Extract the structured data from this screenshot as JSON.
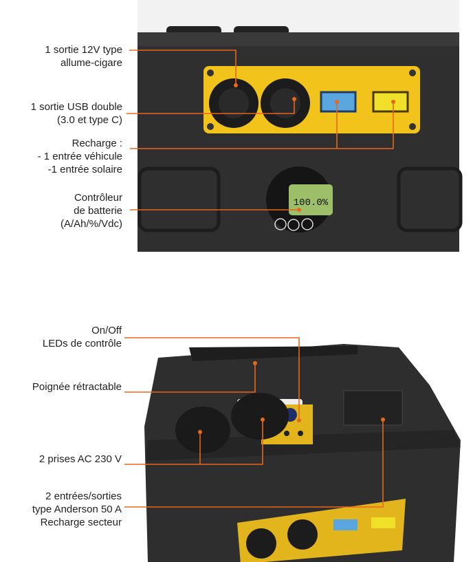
{
  "top_figure": {
    "labels": [
      {
        "lines": [
          "1 sortie 12V type",
          "allume-cigare"
        ]
      },
      {
        "lines": [
          "1 sortie USB double",
          "(3.0 et type C)"
        ]
      },
      {
        "lines": [
          "Recharge :",
          "- 1 entrée véhicule",
          "-1 entrée solaire"
        ]
      },
      {
        "lines": [
          "Contrôleur",
          "de batterie",
          "(A/Ah/%/Vdc)"
        ]
      }
    ],
    "display_reading": "100.0%"
  },
  "bottom_figure": {
    "labels": [
      {
        "lines": [
          "On/Off",
          "LEDs de contrôle"
        ]
      },
      {
        "lines": [
          "Poignée rétractable"
        ]
      },
      {
        "lines": [
          "2 prises AC 230 V"
        ]
      },
      {
        "lines": [
          "2 entrées/sorties",
          "type Anderson 50 A",
          "Recharge secteur"
        ]
      }
    ]
  },
  "colors": {
    "leader": "#e8671b",
    "panel": "#f2c31a",
    "case": "#2b2b2b"
  }
}
